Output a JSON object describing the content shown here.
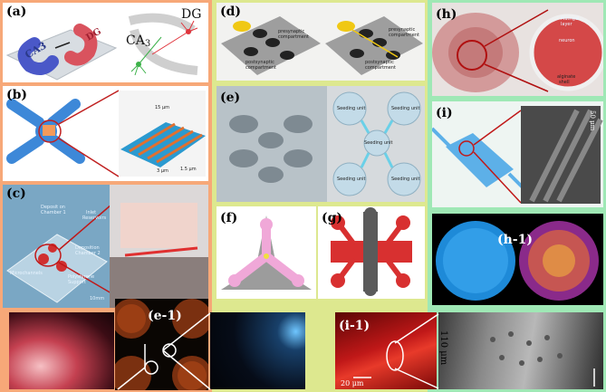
{
  "colors": {
    "left_background": "#f7a878",
    "middle_background": "#dde88f",
    "right_background": "#9fe8b5"
  },
  "panels": {
    "a": {
      "label": "(a)",
      "ca3": "CA3",
      "dg": "DG",
      "ca3_sub": "CA",
      "ca3_sub_num": "3",
      "dg_right": "DG"
    },
    "b": {
      "label": "(b)",
      "dim1": "15 μm",
      "dim2": "3 μm",
      "dim3": "1.5 μm"
    },
    "c": {
      "label": "(c)",
      "t1": "Deposit on",
      "t2": "Chamber 1",
      "t3": "Inlet",
      "t4": "Reservoirs",
      "t5": "Deposition",
      "t6": "Chamber 2",
      "t7": "Microchannels",
      "t8": "Polystyrene",
      "t9": "Support",
      "t10": "10mm"
    },
    "d": {
      "label": "(d)",
      "l1": "presynaptic",
      "l2": "compartment",
      "l3": "postsynaptic",
      "l4": "compartment",
      "r1": "presynaptic",
      "r2": "compartment",
      "r3": "postsynaptic",
      "r4": "compartment"
    },
    "e": {
      "label": "(e)",
      "unit": "Seeding unit"
    },
    "e1": {
      "label": "(e-1)"
    },
    "f": {
      "label": "(f)"
    },
    "g": {
      "label": "(g)"
    },
    "h": {
      "label": "(h)",
      "t1": "Matrigel",
      "t2": "layer",
      "t3": "neuron",
      "t4": "alginate",
      "t5": "shell"
    },
    "h1": {
      "label": "(h-1)"
    },
    "i": {
      "label": "(i)",
      "scale": "50 μm"
    },
    "i1": {
      "label": "(i-1)",
      "scale": "20 μm",
      "vscale": "110 μm"
    }
  }
}
